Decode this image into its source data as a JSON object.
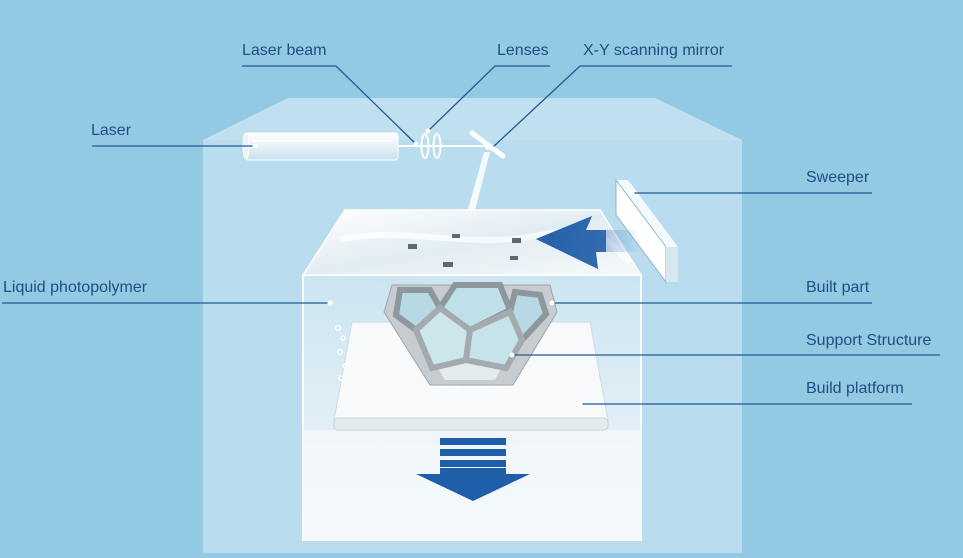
{
  "labels": {
    "laser_beam": "Laser beam",
    "lenses": "Lenses",
    "xy_mirror": "X-Y scanning mirror",
    "laser": "Laser",
    "sweeper": "Sweeper",
    "liquid_photopolymer": "Liquid photopolymer",
    "built_part": "Built part",
    "support_structure": "Support Structure",
    "build_platform": "Build platform"
  },
  "colors": {
    "background": "#94c9e3",
    "housing": "#b7dcee",
    "label_text": "#1f4e83",
    "leader_line": "#1f5a96",
    "arrow": "#1f5ea8"
  }
}
